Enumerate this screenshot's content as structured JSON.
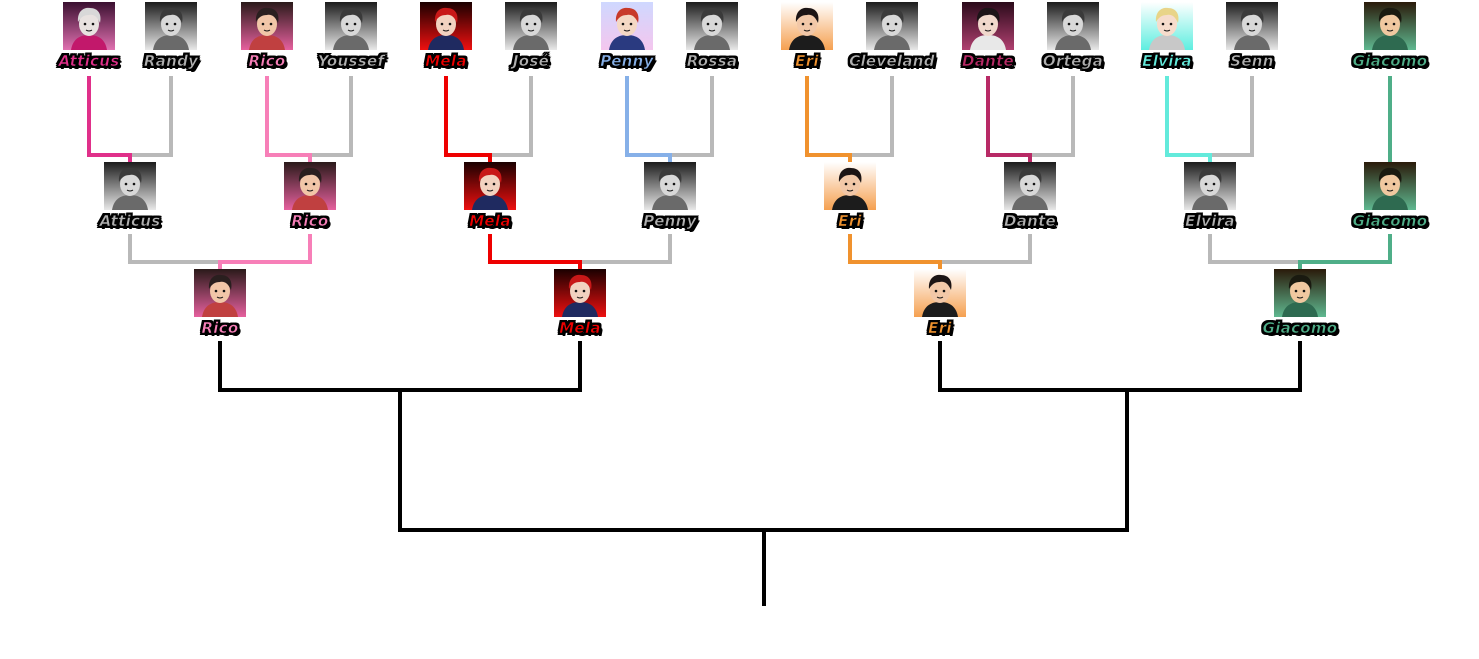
{
  "colors": {
    "loser": "#b9b9b9",
    "final": "#000000",
    "atticus": "#e0308a",
    "rico": "#f77fb8",
    "mela": "#ee0000",
    "penny": "#86b0e8",
    "eri": "#f0922e",
    "dante": "#b82a66",
    "elvira": "#63eadb",
    "giacomo": "#4fae88",
    "gray_name": "#b0b0b0"
  },
  "round1": [
    {
      "name": "Atticus",
      "theme": "atticus",
      "color": "#e0308a"
    },
    {
      "name": "Randy",
      "theme": "gray",
      "color": "#b0b0b0"
    },
    {
      "name": "Rico",
      "theme": "rico",
      "color": "#f77fb8"
    },
    {
      "name": "Youssef",
      "theme": "gray",
      "color": "#b0b0b0"
    },
    {
      "name": "Mela",
      "theme": "mela",
      "color": "#ee0000"
    },
    {
      "name": "José",
      "theme": "gray",
      "color": "#b0b0b0"
    },
    {
      "name": "Penny",
      "theme": "penny",
      "color": "#86b0e8"
    },
    {
      "name": "Rossa",
      "theme": "gray",
      "color": "#b0b0b0"
    },
    {
      "name": "Eri",
      "theme": "eri",
      "color": "#f0922e"
    },
    {
      "name": "Cleveland",
      "theme": "gray",
      "color": "#b0b0b0"
    },
    {
      "name": "Dante",
      "theme": "dante",
      "color": "#b82a66"
    },
    {
      "name": "Ortega",
      "theme": "gray",
      "color": "#b0b0b0"
    },
    {
      "name": "Elvira",
      "theme": "elvira",
      "color": "#63eadb"
    },
    {
      "name": "Senn",
      "theme": "gray",
      "color": "#b0b0b0"
    },
    {
      "name": "Giacomo",
      "theme": "giacomo",
      "color": "#4fae88"
    }
  ],
  "round2": [
    {
      "name": "Atticus",
      "theme": "gray",
      "color": "#b0b0b0"
    },
    {
      "name": "Rico",
      "theme": "rico",
      "color": "#f77fb8"
    },
    {
      "name": "Mela",
      "theme": "mela",
      "color": "#ee0000"
    },
    {
      "name": "Penny",
      "theme": "gray",
      "color": "#b0b0b0"
    },
    {
      "name": "Eri",
      "theme": "eri",
      "color": "#f0922e"
    },
    {
      "name": "Dante",
      "theme": "gray",
      "color": "#b0b0b0"
    },
    {
      "name": "Elvira",
      "theme": "gray",
      "color": "#b0b0b0"
    },
    {
      "name": "Giacomo",
      "theme": "giacomo",
      "color": "#4fae88"
    }
  ],
  "round3": [
    {
      "name": "Rico",
      "theme": "rico",
      "color": "#f77fb8"
    },
    {
      "name": "Mela",
      "theme": "mela",
      "color": "#ee0000"
    },
    {
      "name": "Eri",
      "theme": "eri",
      "color": "#f0922e"
    },
    {
      "name": "Giacomo",
      "theme": "giacomo",
      "color": "#4fae88"
    }
  ],
  "icons": {
    "portrait": "character-portrait-icon"
  }
}
